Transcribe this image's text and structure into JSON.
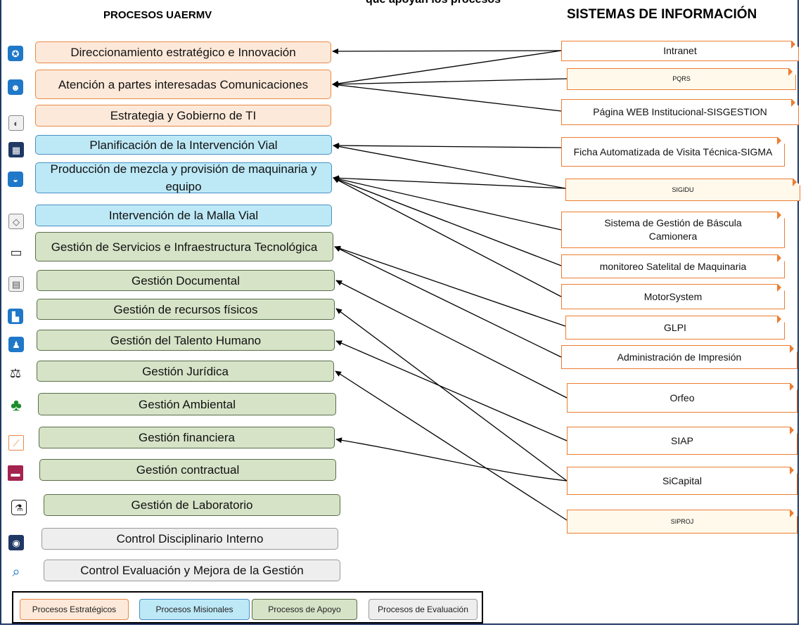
{
  "title_partial": "que apoyan los procesos",
  "headers": {
    "left": "PROCESOS UAERMV",
    "right": "SISTEMAS DE INFORMACIÓN"
  },
  "processes": [
    {
      "label": "Direccionamiento estratégico e Innovación",
      "category": "estrategico",
      "icon": "compass-icon"
    },
    {
      "label": "Atención a partes interesadas Comunicaciones",
      "category": "estrategico",
      "icon": "people-icon"
    },
    {
      "label": "Estrategia y Gobierno de TI",
      "category": "estrategico",
      "icon": "dial-icon"
    },
    {
      "label": "Planificación de la Intervención Vial",
      "category": "misional",
      "icon": "planning-icon"
    },
    {
      "label": "Producción de mezcla y provisión de maquinaria y equipo",
      "category": "misional",
      "icon": "truck-icon"
    },
    {
      "label": "Intervención de la Malla Vial",
      "category": "misional",
      "icon": "road-icon"
    },
    {
      "label": "Gestión de Servicios e Infraestructura Tecnológica",
      "category": "apoyo",
      "icon": "computer-icon"
    },
    {
      "label": "Gestión Documental",
      "category": "apoyo",
      "icon": "document-icon"
    },
    {
      "label": "Gestión de recursos físicos",
      "category": "apoyo",
      "icon": "factory-icon"
    },
    {
      "label": "Gestión del Talento Humano",
      "category": "apoyo",
      "icon": "person-icon"
    },
    {
      "label": "Gestión Jurídica",
      "category": "apoyo",
      "icon": "scales-icon"
    },
    {
      "label": "Gestión Ambiental",
      "category": "apoyo",
      "icon": "tree-icon"
    },
    {
      "label": "Gestión financiera",
      "category": "apoyo",
      "icon": "chart-icon"
    },
    {
      "label": "Gestión contractual",
      "category": "apoyo",
      "icon": "briefcase-icon"
    },
    {
      "label": "Gestión de Laboratorio",
      "category": "apoyo",
      "icon": "flask-icon"
    },
    {
      "label": "Control Disciplinario Interno",
      "category": "evaluacion",
      "icon": "eye-icon"
    },
    {
      "label": "Control Evaluación y Mejora de la Gestión",
      "category": "evaluacion",
      "icon": "magnifier-icon"
    }
  ],
  "systems": [
    {
      "label": "Intranet"
    },
    {
      "label": "PQRS"
    },
    {
      "label": "Página WEB Institucional-SISGESTION"
    },
    {
      "label": "Ficha Automatizada de Visita Técnica-SIGMA"
    },
    {
      "label": "SIGIDU"
    },
    {
      "label": "Sistema de Gestión de Báscula Camionera"
    },
    {
      "label": "monitoreo Satelital de Maquinaria"
    },
    {
      "label": "MotorSystem"
    },
    {
      "label": "GLPI"
    },
    {
      "label": "Administración de Impresión"
    },
    {
      "label": "Orfeo"
    },
    {
      "label": "SIAP"
    },
    {
      "label": "SiCapital"
    },
    {
      "label": "SIPROJ"
    }
  ],
  "links": [
    {
      "from": "Intranet",
      "to": "Direccionamiento estratégico e Innovación"
    },
    {
      "from": "Intranet",
      "to": "Atención a partes interesadas Comunicaciones"
    },
    {
      "from": "PQRS",
      "to": "Atención a partes interesadas Comunicaciones"
    },
    {
      "from": "Página WEB Institucional-SISGESTION",
      "to": "Atención a partes interesadas Comunicaciones"
    },
    {
      "from": "Ficha Automatizada de Visita Técnica-SIGMA",
      "to": "Planificación de la Intervención Vial"
    },
    {
      "from": "SIGIDU",
      "to": "Planificación de la Intervención Vial"
    },
    {
      "from": "SIGIDU",
      "to": "Producción de mezcla y provisión de maquinaria y equipo"
    },
    {
      "from": "Sistema de Gestión de Báscula Camionera",
      "to": "Producción de mezcla y provisión de maquinaria y equipo"
    },
    {
      "from": "monitoreo Satelital de Maquinaria",
      "to": "Producción de mezcla y provisión de maquinaria y equipo"
    },
    {
      "from": "MotorSystem",
      "to": "Producción de mezcla y provisión de maquinaria y equipo"
    },
    {
      "from": "GLPI",
      "to": "Gestión de Servicios e Infraestructura Tecnológica"
    },
    {
      "from": "Administración de Impresión",
      "to": "Gestión de Servicios e Infraestructura Tecnológica"
    },
    {
      "from": "Orfeo",
      "to": "Gestión Documental"
    },
    {
      "from": "SiCapital",
      "to": "Gestión de recursos físicos"
    },
    {
      "from": "SIAP",
      "to": "Gestión del Talento Humano"
    },
    {
      "from": "SIPROJ",
      "to": "Gestión Jurídica"
    },
    {
      "from": "SiCapital",
      "to": "Gestión financiera"
    }
  ],
  "legend": [
    {
      "label": "Procesos Estratégicos",
      "category": "estrategico"
    },
    {
      "label": "Procesos Misionales",
      "category": "misional"
    },
    {
      "label": "Procesos de Apoyo",
      "category": "apoyo"
    },
    {
      "label": "Procesos de Evaluación",
      "category": "evaluacion"
    }
  ],
  "colors": {
    "estrategico_fill": "#fde9d9",
    "estrategico_border": "#e88a48",
    "misional_fill": "#bde9f7",
    "apoyo_fill": "#d6e3c7",
    "evaluacion_fill": "#eeeeee",
    "system_border": "#ed7d31",
    "frame": "#1f3864"
  }
}
